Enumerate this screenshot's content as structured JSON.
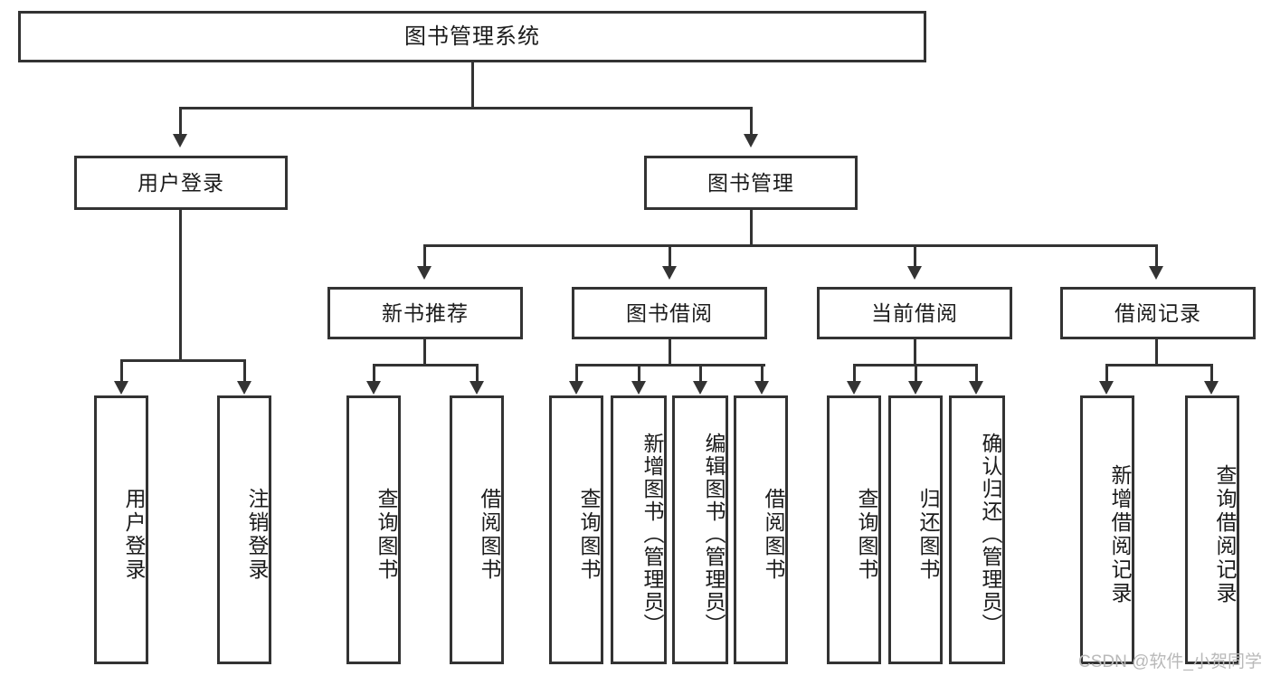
{
  "diagram": {
    "type": "tree",
    "title": "图书管理系统",
    "root": {
      "label": "图书管理系统"
    },
    "level2": [
      {
        "label": "用户登录"
      },
      {
        "label": "图书管理"
      }
    ],
    "level3": [
      {
        "label": "新书推荐"
      },
      {
        "label": "图书借阅"
      },
      {
        "label": "当前借阅"
      },
      {
        "label": "借阅记录"
      }
    ],
    "leaves": {
      "user_login": [
        {
          "label": "用户登录"
        },
        {
          "label": "注销登录"
        }
      ],
      "new_book_recommend": [
        {
          "label": "查询图书"
        },
        {
          "label": "借阅图书"
        }
      ],
      "book_borrow": [
        {
          "label": "查询图书"
        },
        {
          "label": "新增图书（管理员）"
        },
        {
          "label": "编辑图书（管理员）"
        },
        {
          "label": "借阅图书"
        }
      ],
      "current_borrow": [
        {
          "label": "查询图书"
        },
        {
          "label": "归还图书"
        },
        {
          "label": "确认归还（管理员）"
        }
      ],
      "borrow_record": [
        {
          "label": "新增借阅记录"
        },
        {
          "label": "查询借阅记录"
        }
      ]
    }
  },
  "watermark": {
    "text": "CSDN @软件_小贺同学"
  },
  "colors": {
    "stroke": "#333333",
    "fill": "#ffffff",
    "text": "#1b1b1b",
    "watermark": "#b9b9b9"
  }
}
